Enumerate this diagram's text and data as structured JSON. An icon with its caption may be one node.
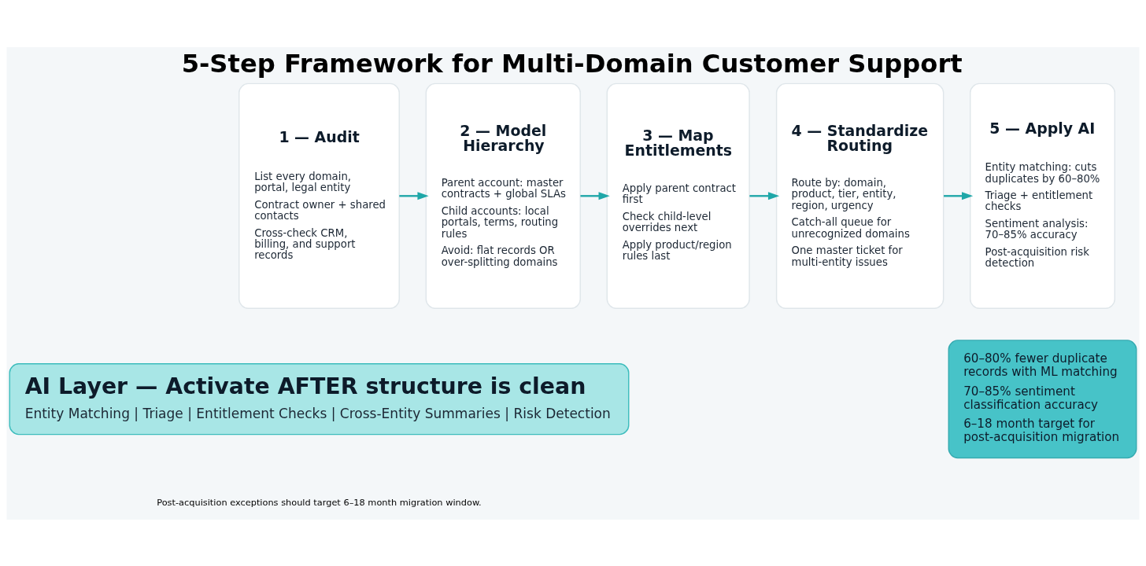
{
  "diagram": {
    "title": "5-Step Framework for Multi-Domain Customer Support",
    "nodes": [
      {
        "text": [
          "1 — Audit",
          "List every domain, portal, legal entity",
          "Contract owner + shared contacts",
          "Cross-check CRM, billing, and support records"
        ]
      },
      {
        "text": [
          "2 — Model Hierarchy",
          "Parent account: master contracts + global SLAs",
          "Child accounts: local portals, terms, routing rules",
          "Avoid: flat records OR over-splitting domains"
        ]
      },
      {
        "text": [
          "3 — Map Entitlements",
          "Apply parent contract first",
          "Check child-level overrides next",
          "Apply product/region rules last"
        ]
      },
      {
        "text": [
          "4 — Standardize Routing",
          "Route by: domain, product, tier, entity, region, urgency",
          "Catch-all queue for unrecognized domains",
          "One master ticket for multi-entity issues"
        ]
      },
      {
        "text": [
          "5 — Apply AI",
          "Entity matching: cuts duplicates by 60–80%",
          "Triage + entitlement checks",
          "Sentiment analysis: 70–85% accuracy",
          "Post-acquisition risk detection"
        ]
      },
      {
        "text": [
          "AI Layer — Activate AFTER structure is clean",
          "Entity Matching | Triage | Entitlement Checks | Cross-Entity Summaries | Risk Detection"
        ]
      },
      {
        "text": [
          "60–80% fewer duplicate records with ML matching",
          "70–85% sentiment classification accuracy",
          "6–18 month target for post-acquisition migration"
        ]
      }
    ],
    "edges": [
      {
        "from": 0,
        "to": 1,
        "arrow": "to"
      },
      {
        "from": 1,
        "to": 2,
        "arrow": "to"
      },
      {
        "from": 2,
        "to": 3,
        "arrow": "to"
      },
      {
        "from": 3,
        "to": 4,
        "arrow": "to"
      }
    ],
    "labels": [
      "Post-acquisition exceptions should target 6–18 month migration window."
    ]
  }
}
